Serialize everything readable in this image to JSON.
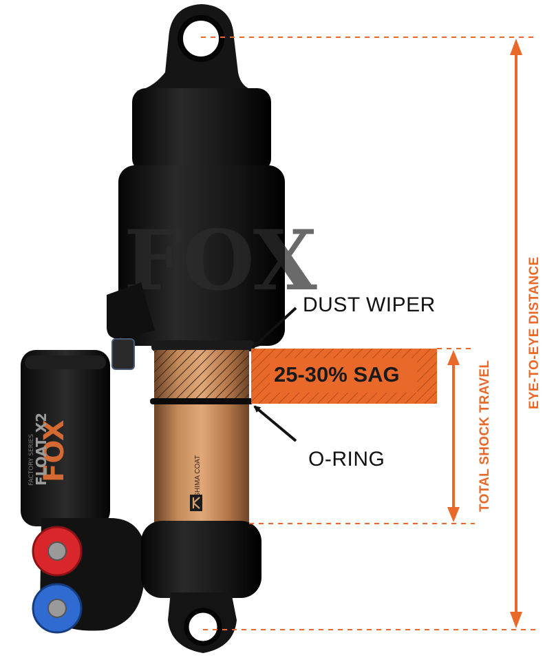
{
  "labels": {
    "dust_wiper": "DUST WIPER",
    "o_ring": "O-RING",
    "sag": "25-30% SAG",
    "total_shock_travel": "TOTAL SHOCK TRAVEL",
    "eye_to_eye": "EYE-TO-EYE DISTANCE"
  },
  "product_markings": {
    "brand": "FOX",
    "model": "FLOAT X2",
    "series": "FACTORY SERIES",
    "coating": "KASHIMA COAT"
  },
  "colors": {
    "accent": "#e8692a",
    "stanchion": "#b8774a",
    "body": "#141414",
    "rebound_knob": "#d9262b",
    "compression_knob": "#2f6bd1"
  },
  "icons": {
    "fox_logo": "fox-head-logo",
    "kashima": "kashima-k-logo"
  }
}
